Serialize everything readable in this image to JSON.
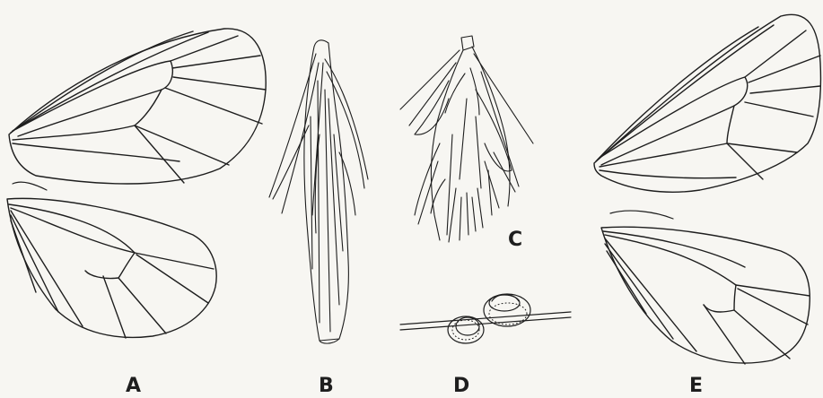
{
  "figure": {
    "labels": {
      "a": "A",
      "b": "B",
      "c": "C",
      "d": "D",
      "e": "E"
    }
  },
  "colors": {
    "background": "#f7f6f2",
    "ink": "#1e1e1e"
  }
}
